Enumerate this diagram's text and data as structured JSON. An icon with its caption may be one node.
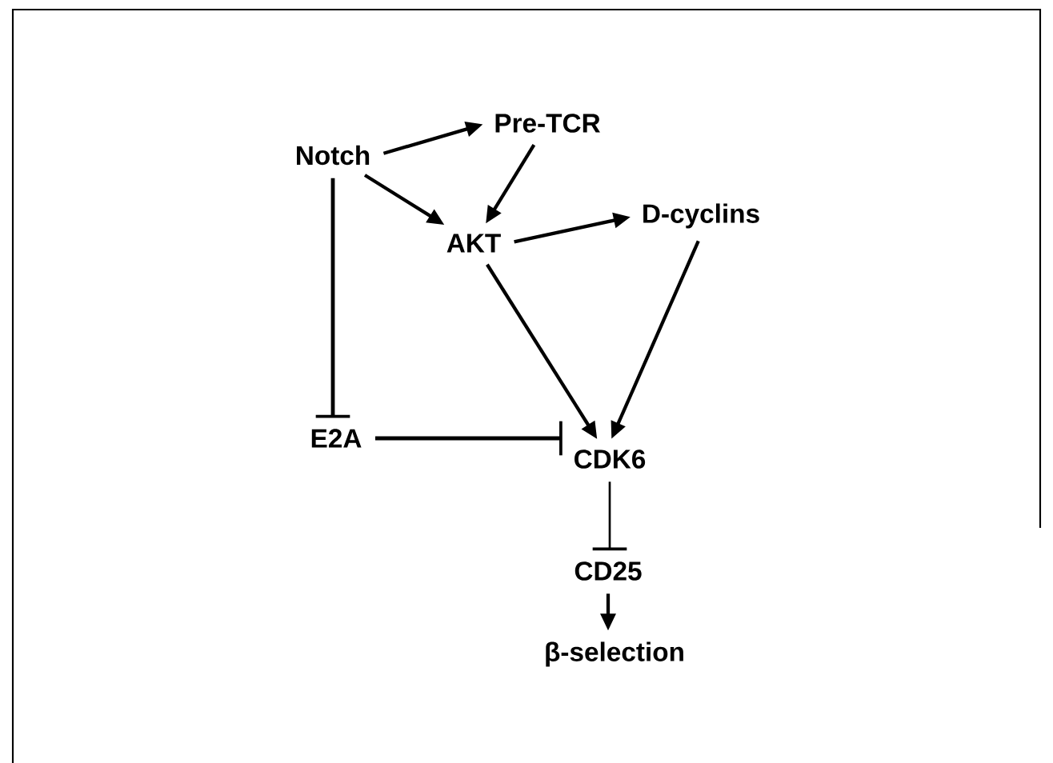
{
  "diagram": {
    "nodes": [
      {
        "text": [
          "Notch"
        ]
      },
      {
        "text": [
          "Pre-TCR"
        ]
      },
      {
        "text": [
          "AKT"
        ]
      },
      {
        "text": [
          "D-cyclins"
        ]
      },
      {
        "text": [
          "E2A"
        ]
      },
      {
        "text": [
          "CDK6"
        ]
      },
      {
        "text": [
          "CD25"
        ]
      },
      {
        "text": [
          "β-selection"
        ]
      }
    ],
    "edges": [
      {
        "from": 0,
        "to": 1,
        "arrow": "to"
      },
      {
        "from": 1,
        "to": 2,
        "arrow": "to"
      },
      {
        "from": 0,
        "to": 2,
        "arrow": "to"
      },
      {
        "from": 2,
        "to": 3,
        "arrow": "to"
      },
      {
        "from": 0,
        "to": 4,
        "arrow": "other"
      },
      {
        "from": 2,
        "to": 5,
        "arrow": "to"
      },
      {
        "from": 3,
        "to": 5,
        "arrow": "to"
      },
      {
        "from": 4,
        "to": 5,
        "arrow": "other"
      },
      {
        "from": 5,
        "to": 6,
        "arrow": "other"
      },
      {
        "from": 6,
        "to": 7,
        "arrow": "to"
      }
    ]
  }
}
